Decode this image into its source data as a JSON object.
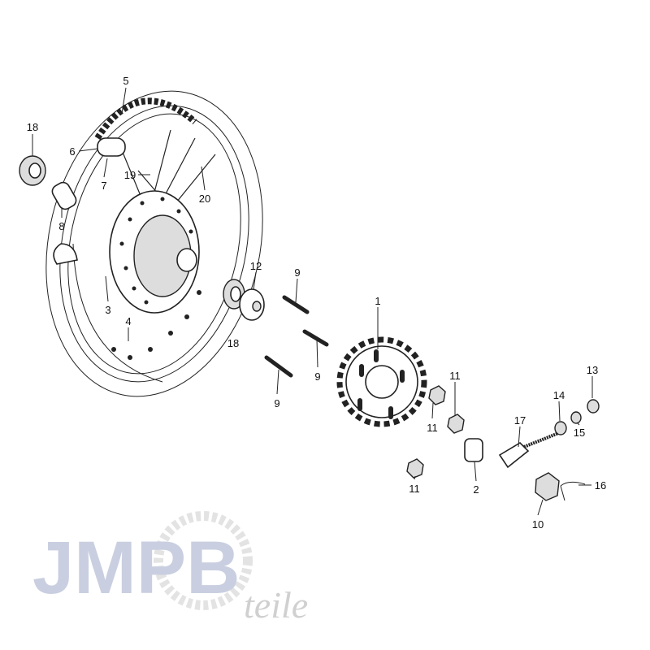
{
  "watermark": {
    "brand": "JMPB",
    "sub": "teile"
  },
  "labels": {
    "l5": "5",
    "l18a": "18",
    "l6": "6",
    "l19": "19",
    "l7": "7",
    "l20": "20",
    "l8": "8",
    "l12": "12",
    "l9a": "9",
    "l3": "3",
    "l1": "1",
    "l4": "4",
    "l18b": "18",
    "l9b": "9",
    "l11a": "11",
    "l9c": "9",
    "l13": "13",
    "l14": "14",
    "l11b": "11",
    "l17": "17",
    "l15": "15",
    "l2": "2",
    "l11c": "11",
    "l16": "16",
    "l10": "10"
  }
}
